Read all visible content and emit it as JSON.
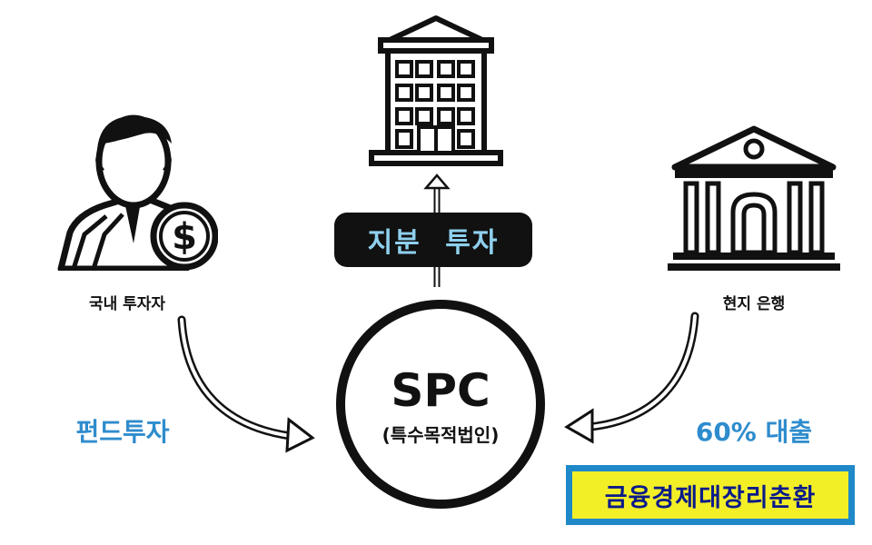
{
  "nodes": {
    "domestic_investor": "국내 투자자",
    "local_bank": "현지 은행",
    "spc_title": "SPC",
    "spc_subtitle": "(특수목적법인)"
  },
  "flows": {
    "equity_investment": "지분 투자",
    "fund_investment": "펀드투자",
    "loan": "60% 대출"
  },
  "signature": "금융경제대장리춘환",
  "icons": {
    "investor": "businessman-dollar-icon",
    "building": "office-building-icon",
    "bank": "bank-icon"
  },
  "colors": {
    "accent_blue": "#2e8ccd",
    "equity_text": "#8fd0ee",
    "dark": "#111111",
    "sig_border": "#1e88c8",
    "sig_fill": "#f3ef27"
  }
}
